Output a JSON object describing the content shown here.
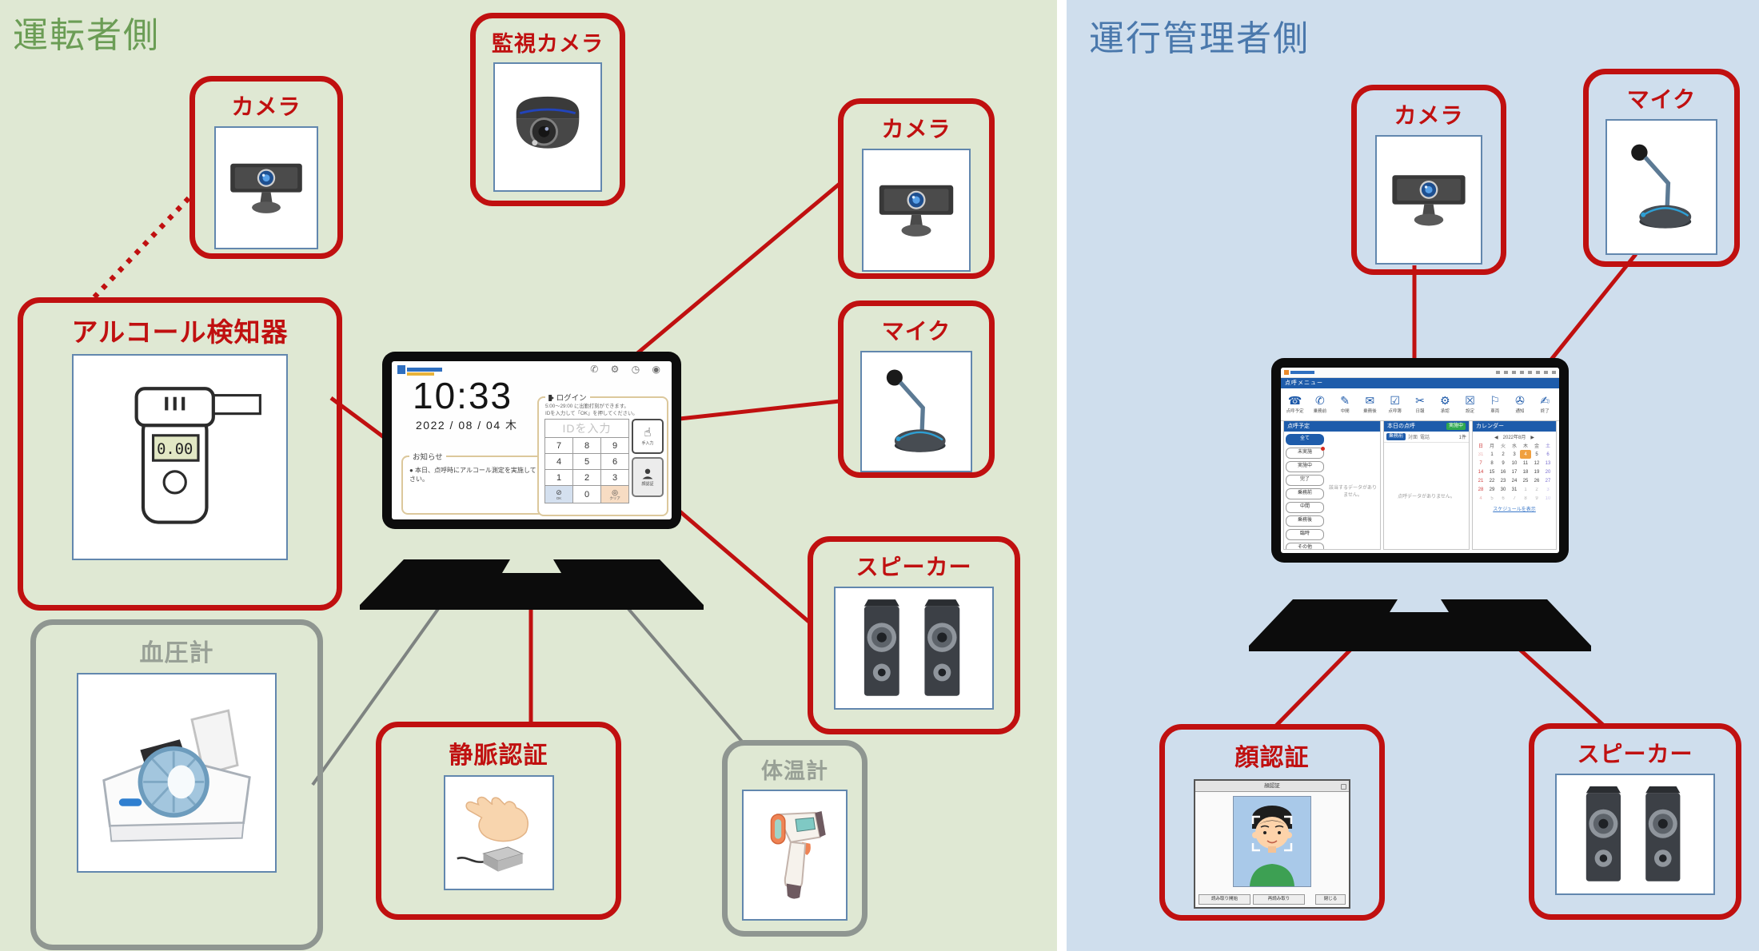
{
  "panels": {
    "driver_title": "運転者側",
    "manager_title": "運行管理者側"
  },
  "colors": {
    "box_red": "#c01010",
    "box_gray": "#8f9691",
    "driver_bg": "#dfe8d3",
    "manager_bg": "#cfdeed",
    "title_green": "#6b9d55",
    "title_blue": "#4a78ac"
  },
  "device_boxes": {
    "camera_top_left": "カメラ",
    "surveillance_camera": "監視カメラ",
    "camera_right": "カメラ",
    "microphone_left": "マイク",
    "alcohol_detector": "アルコール検知器",
    "blood_pressure_monitor": "血圧計",
    "vein_auth": "静脈認証",
    "thermometer": "体温計",
    "speaker_left": "スピーカー",
    "camera_manager": "カメラ",
    "microphone_manager": "マイク",
    "face_auth": "顔認証",
    "speaker_manager": "スピーカー"
  },
  "breathalyzer_display": "0.00",
  "driver_laptop": {
    "time": "10:33",
    "date": "2022 / 08 / 04 木",
    "header_icon_names": [
      "phone-icon",
      "gear-icon",
      "clock-icon",
      "record-icon"
    ],
    "header_icons": "✆ ⚙ ◷ ◉",
    "notice_title": "お知らせ",
    "notice_item": "● 本日、点呼時にアルコール測定を実施してください。",
    "login_title": "ログイン",
    "login_note_1": "5:00～29:00 に出勤打刻ができます。",
    "login_note_2": "IDを入力して「OK」を押してください。",
    "id_placeholder": "IDを入力",
    "keys": [
      "7",
      "8",
      "9",
      "4",
      "5",
      "6",
      "1",
      "2",
      "3"
    ],
    "key_ok": "OK",
    "key_zero": "0",
    "key_clear": "クリア",
    "btn_touch": "手入力",
    "btn_face": "顔認証"
  },
  "manager_laptop": {
    "menu_bar": "点呼メニュー",
    "toolbar": [
      "点呼予定",
      "乗務前",
      "中間",
      "乗務後",
      "点呼簿",
      "日報",
      "承認",
      "設定",
      "車両",
      "通知",
      "終了"
    ],
    "toolbar_glyphs": [
      "☎",
      "✆",
      "✎",
      "✉",
      "☑",
      "✂",
      "⚙",
      "☒",
      "⚐",
      "✇",
      "✍"
    ],
    "toolbar_icon_names": [
      "phone-icon",
      "handset-icon",
      "edit-icon",
      "mail-icon",
      "check-icon",
      "cut-icon",
      "gear-icon",
      "close-box-icon",
      "flag-icon",
      "tape-icon",
      "write-icon"
    ],
    "left_panel": {
      "header": "点呼予定",
      "items": [
        "全て",
        "未実施",
        "実施中",
        "完了",
        "乗務前",
        "中間",
        "乗務後",
        "臨時",
        "その他"
      ],
      "empty": "該当するデータがありません。"
    },
    "middle_panel": {
      "header": "本日の点呼",
      "badge": "実施中",
      "chip": "乗務前",
      "sub1": "対面",
      "sub2": "電話",
      "count": "1件",
      "empty": "点呼データがありません。"
    },
    "calendar": {
      "header": "カレンダー",
      "month": "◀　2022年8月　▶",
      "days": [
        "日",
        "月",
        "火",
        "水",
        "木",
        "金",
        "土"
      ],
      "weeks": [
        [
          "31",
          "1",
          "2",
          "3",
          "4",
          "5",
          "6"
        ],
        [
          "7",
          "8",
          "9",
          "10",
          "11",
          "12",
          "13"
        ],
        [
          "14",
          "15",
          "16",
          "17",
          "18",
          "19",
          "20"
        ],
        [
          "21",
          "22",
          "23",
          "24",
          "25",
          "26",
          "27"
        ],
        [
          "28",
          "29",
          "30",
          "31",
          "1",
          "2",
          "3"
        ],
        [
          "4",
          "5",
          "6",
          "7",
          "8",
          "9",
          "10"
        ]
      ],
      "highlight": "4",
      "link": "スケジュールを表示"
    }
  },
  "face_window": {
    "title": "顔認証",
    "buttons": [
      "読み取り開始",
      "再読み取り",
      "閉じる"
    ]
  }
}
